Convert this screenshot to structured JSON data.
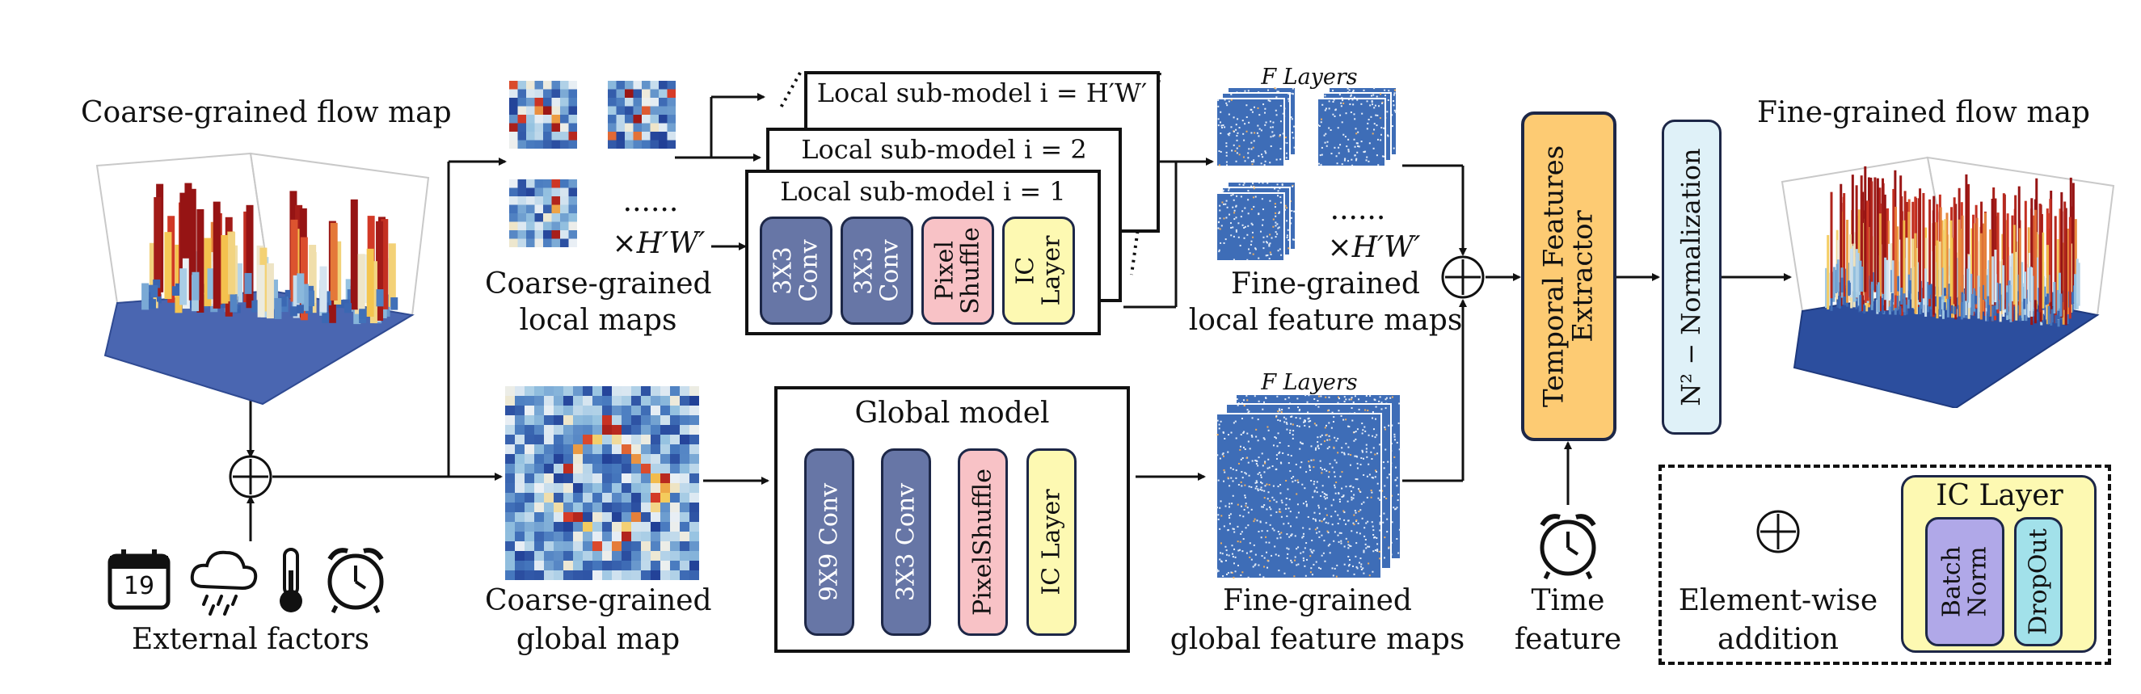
{
  "labels": {
    "coarse_flow_map": "Coarse-grained flow map",
    "fine_flow_map": "Fine-grained flow map",
    "external_factors": "External factors",
    "calendar_day": "19",
    "local_maps_1": "Coarse-grained",
    "local_maps_2": "local maps",
    "global_map_1": "Coarse-grained",
    "global_map_2": "global map",
    "dots": "......",
    "times_hw": "×H′W′",
    "f_layers_top": "F Layers",
    "f_layers_bottom": "F Layers",
    "fine_local_1": "Fine-grained",
    "fine_local_2": "local feature maps",
    "fine_global_1": "Fine-grained",
    "fine_global_2": "global feature maps",
    "time_feature_1": "Time",
    "time_feature_2": "feature",
    "temporal_extractor": "Temporal Features\nExtractor",
    "normalization": "N² − Normalization",
    "element_wise_1": "Element-wise",
    "element_wise_2": "addition"
  },
  "local_models": {
    "sub_model_hw": "Local sub-model i = H′W′",
    "sub_model_2": "Local sub-model i = 2",
    "sub_model_1": "Local sub-model i = 1",
    "layers": [
      "3X3\nConv",
      "3X3\nConv",
      "Pixel\nShuffle",
      "IC\nLayer"
    ]
  },
  "global_model": {
    "title": "Global model",
    "layers": [
      "9X9 Conv",
      "3X3 Conv",
      "PixelShuffle",
      "IC Layer"
    ]
  },
  "legend": {
    "ic_layer_title": "IC Layer",
    "batch_norm": "Batch\nNorm",
    "dropout": "DropOut"
  },
  "colors": {
    "conv": "#6776a6",
    "pixel_shuffle": "#f8c2c6",
    "ic_layer": "#fdf9b2",
    "temporal_extractor": "#fdcb73",
    "normalization": "#dff1f8",
    "batch_norm": "#b0a8e8",
    "dropout": "#a2e1ea"
  }
}
